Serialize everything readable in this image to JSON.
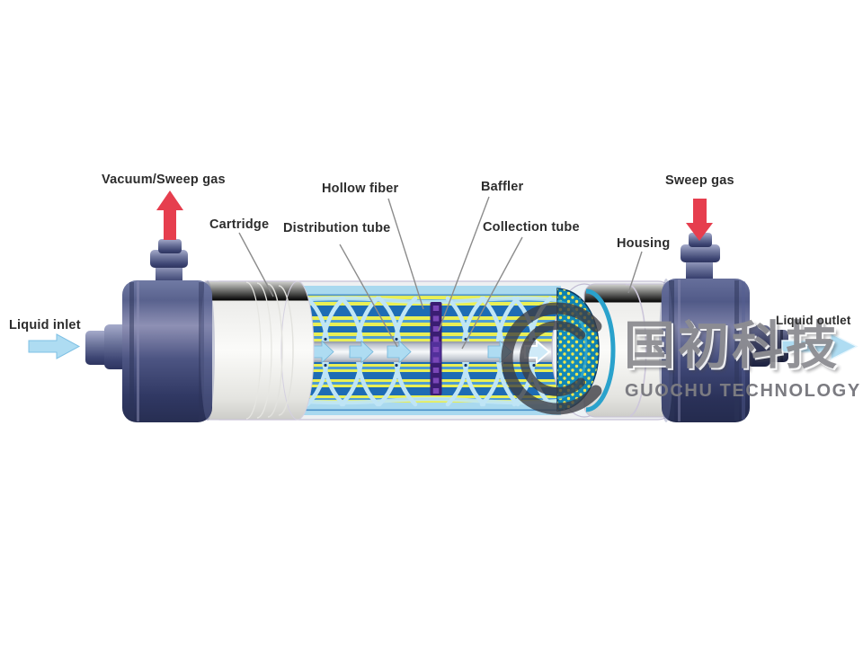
{
  "diagram": {
    "type": "hollow-fiber-membrane-module-cutaway",
    "labels": {
      "liquid_inlet": "Liquid inlet",
      "vacuum_sweep_gas": "Vacuum/Sweep gas",
      "cartridge": "Cartridge",
      "distribution_tube": "Distribution tube",
      "hollow_fiber": "Hollow fiber",
      "baffler": "Baffler",
      "collection_tube": "Collection tube",
      "housing": "Housing",
      "sweep_gas": "Sweep gas",
      "liquid_outlet": "Liquid outlet"
    },
    "logo": {
      "cn": "国初科技",
      "en": "GUOCHU TECHNOLOGY"
    },
    "icons": {
      "gas_up_arrow": "red arrow pointing up",
      "gas_down_arrow": "red arrow pointing down",
      "liquid_inlet_arrow": "light blue arrow pointing right",
      "liquid_outlet_arrow": "light blue arrow pointing right",
      "flow_arrows": "light blue arrows inside distribution tube pointing right"
    },
    "colors": {
      "gas_arrow_red": "#e63e4e",
      "liquid_arrow_blue": "#aedcf2",
      "fiber_yellow": "#e9ef55",
      "fiber_blue_dark": "#1e6cb4",
      "fiber_blue_mid": "#4e9cd2",
      "fiber_blue_light": "#a9d9ef",
      "baffler_purple": "#3a1d72",
      "collection_teal": "#0d7fae",
      "end_cap_navy": "#3d477a",
      "shell_white": "#f1f1ef",
      "logo_gray": "#3c3c43",
      "label_text": "#2d2d2d"
    }
  }
}
